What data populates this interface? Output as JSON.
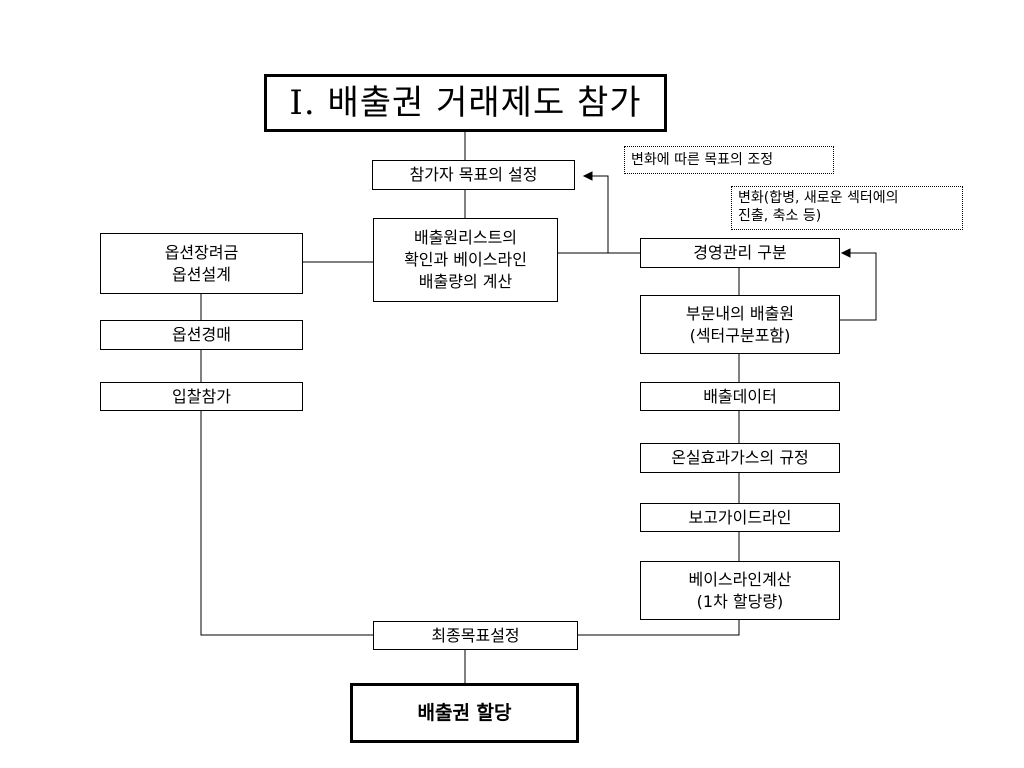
{
  "title": "Ⅰ. 배출권 거래제도 참가",
  "boxes": {
    "participant_goal": "참가자 목표의 설정",
    "source_list": [
      "배출원리스트의",
      "확인과 베이스라인",
      "배출량의 계산"
    ],
    "option_incentive": [
      "옵션장려금",
      "옵션설계"
    ],
    "option_auction": "옵션경매",
    "bid_participation": "입찰참가",
    "management_division": "경영관리 구분",
    "division_sources": [
      "부문내의 배출원",
      "(섹터구분포함)"
    ],
    "emission_data": "배출데이터",
    "ghg_definition": "온실효과가스의 규정",
    "report_guideline": "보고가이드라인",
    "baseline_calc": [
      "베이스라인계산",
      "(1차 할당량)"
    ],
    "final_goal": "최종목표설정",
    "allocation": "배출권 할당"
  },
  "notes": {
    "goal_adjustment": "변화에 따른 목표의 조정",
    "change": [
      "변화(합병, 새로운 섹터에의",
      "진출, 축소 등)"
    ]
  }
}
